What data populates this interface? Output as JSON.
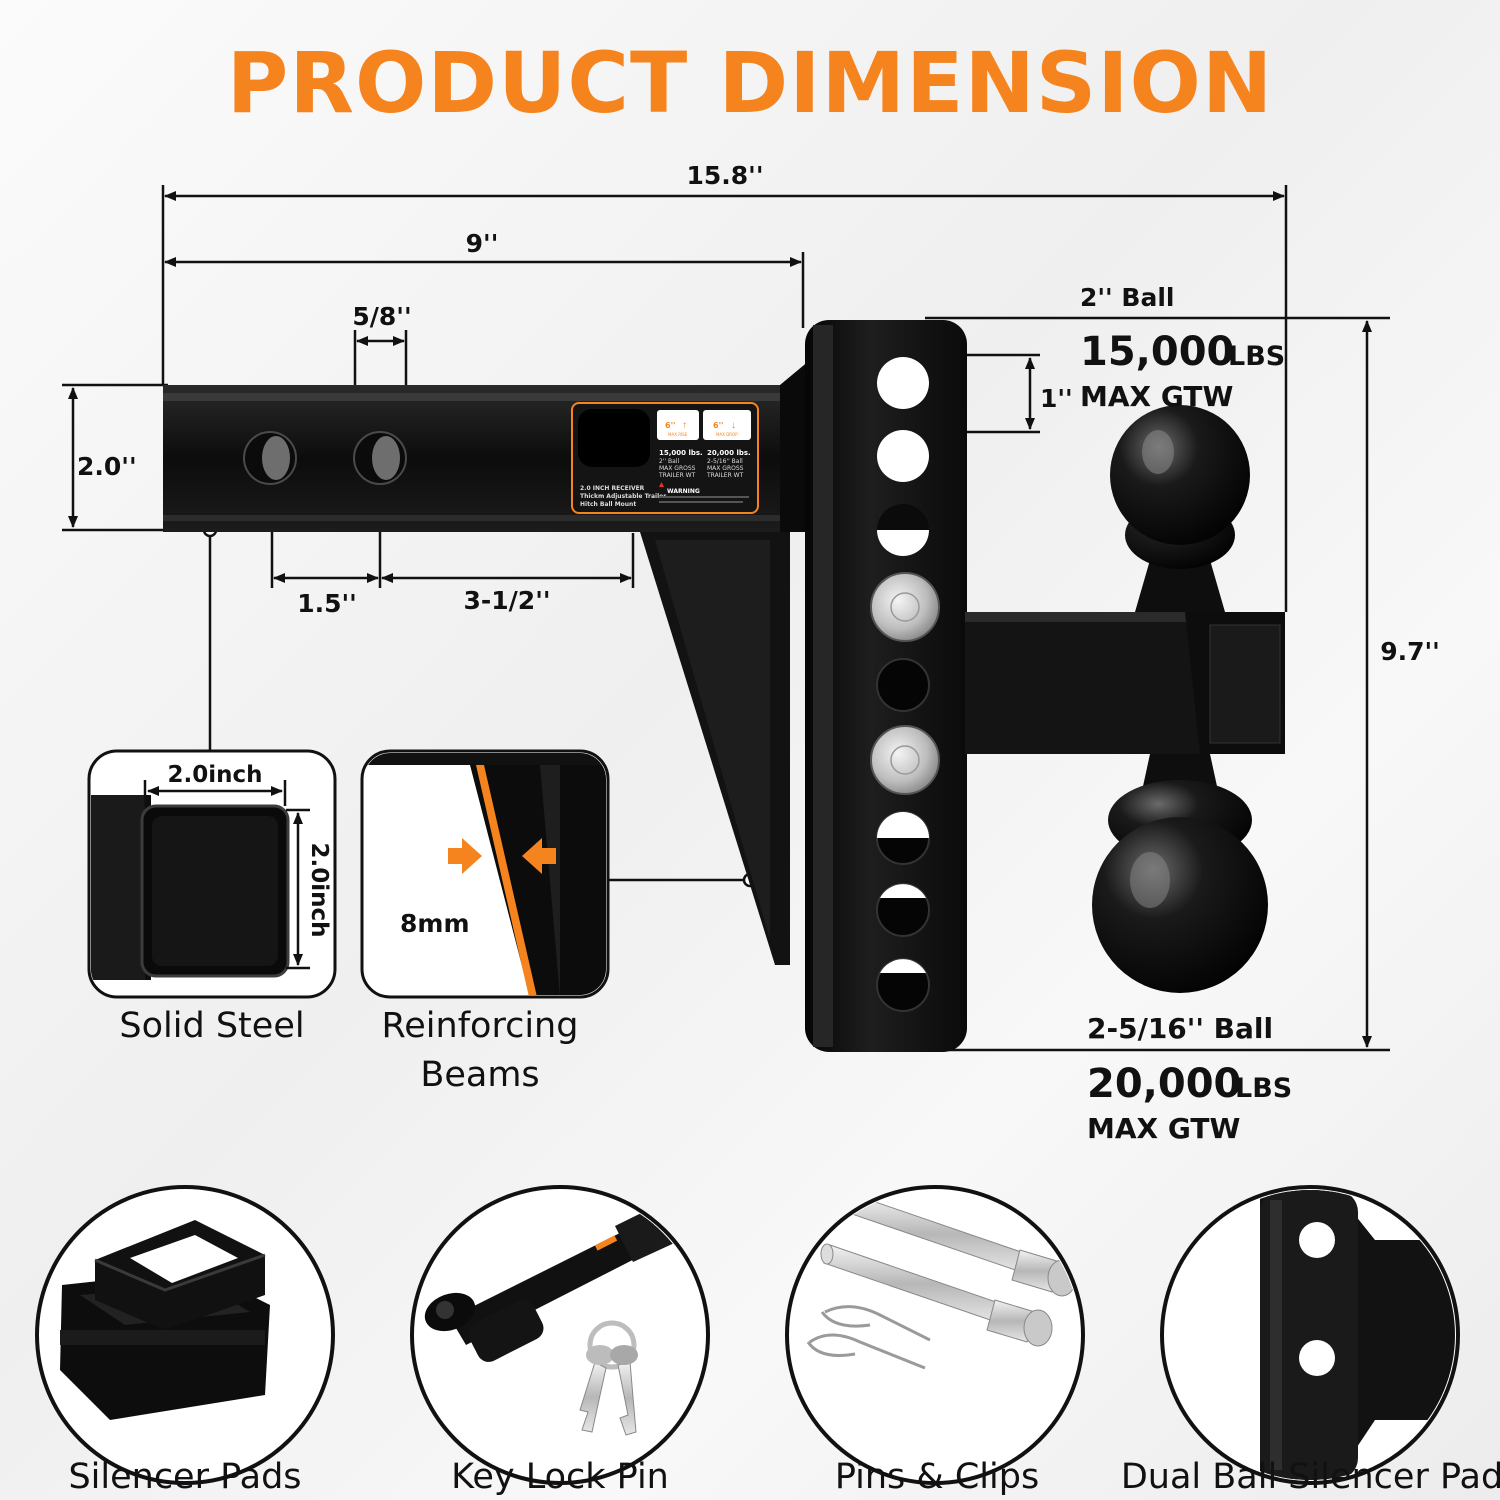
{
  "title": "PRODUCT DIMENSION",
  "dimensions": {
    "overall_length": "15.8''",
    "shank_length": "9''",
    "hole_diameter": "5/8''",
    "shank_height": "2.0''",
    "hole_spacing": "1.5''",
    "hole_to_drop": "3-1/2''",
    "plate_hole_pitch": "1''",
    "total_height": "9.7''"
  },
  "ball_top": {
    "label": "2'' Ball",
    "capacity": "15,000",
    "unit": "LBS",
    "rating": "MAX GTW"
  },
  "ball_bottom": {
    "label": "2-5/16'' Ball",
    "capacity": "20,000",
    "unit": "LBS",
    "rating": "MAX GTW"
  },
  "sticker": {
    "rise": "6''",
    "rise_sub": "MAX RISE",
    "drop": "6''",
    "drop_sub": "MAX DROP",
    "cap1": "15,000 lbs.",
    "cap1_sub1": "2'' Ball",
    "cap1_sub2": "MAX GROSS",
    "cap1_sub3": "TRAILER WT",
    "cap2": "20,000 lbs.",
    "cap2_sub1": "2-5/16'' Ball",
    "cap2_sub2": "MAX GROSS",
    "cap2_sub3": "TRAILER WT",
    "line1": "2.0 INCH RECEIVER",
    "line2": "Thickm Adjustable Trailer",
    "line3": "Hitch Ball Mount",
    "warning": "WARNING"
  },
  "details": {
    "steel": {
      "width": "2.0inch",
      "height": "2.0inch",
      "caption": "Solid Steel"
    },
    "beams": {
      "thickness": "8mm",
      "caption_line1": "Reinforcing",
      "caption_line2": "Beams"
    }
  },
  "accessories": [
    {
      "name": "Silencer Pads"
    },
    {
      "name": "Key Lock Pin"
    },
    {
      "name": "Pins & Clips"
    },
    {
      "name": "Dual Ball Silencer Pad"
    }
  ],
  "colors": {
    "accent": "#f5841f",
    "metal": "#121212",
    "line": "#111111"
  }
}
